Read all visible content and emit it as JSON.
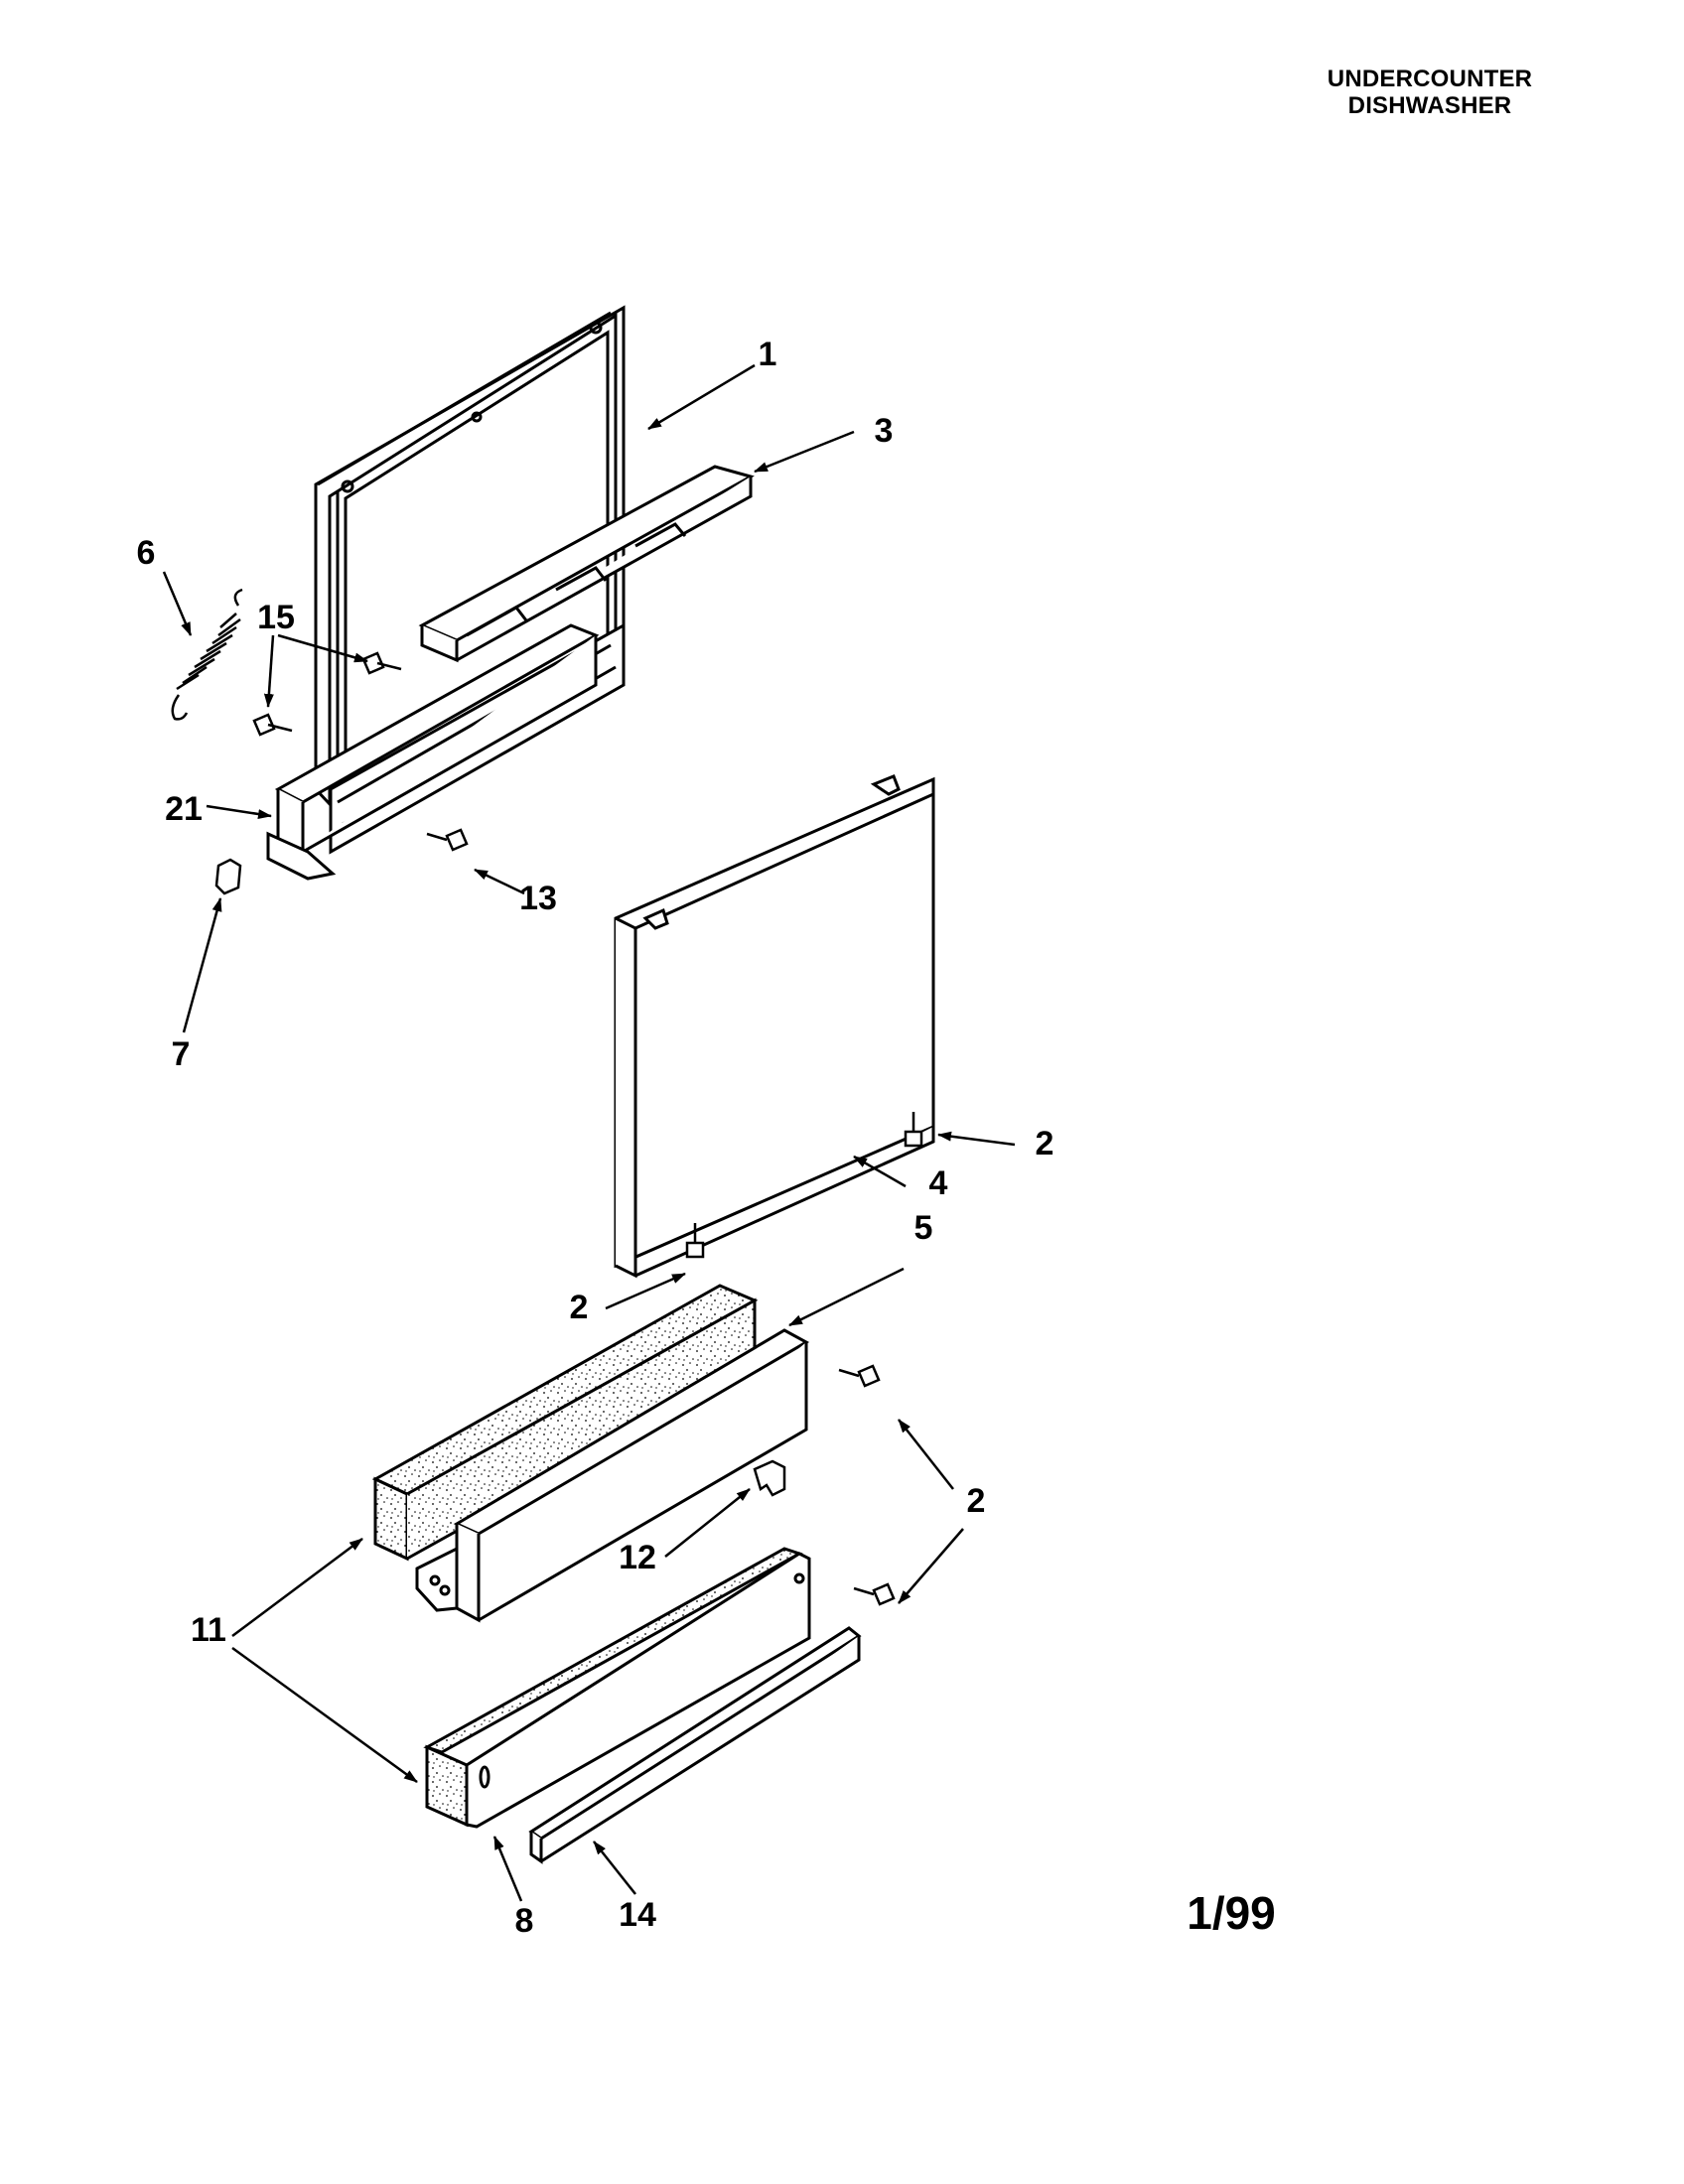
{
  "header": {
    "line1": "UNDERCOUNTER",
    "line2": "DISHWASHER"
  },
  "date_code": "1/99",
  "callouts": {
    "c1": "1",
    "c2a": "2",
    "c2b": "2",
    "c2c": "2",
    "c3": "3",
    "c4": "4",
    "c5": "5",
    "c6": "6",
    "c7": "7",
    "c8": "8",
    "c11": "11",
    "c12": "12",
    "c13": "13",
    "c14": "14",
    "c15": "15",
    "c21": "21"
  }
}
